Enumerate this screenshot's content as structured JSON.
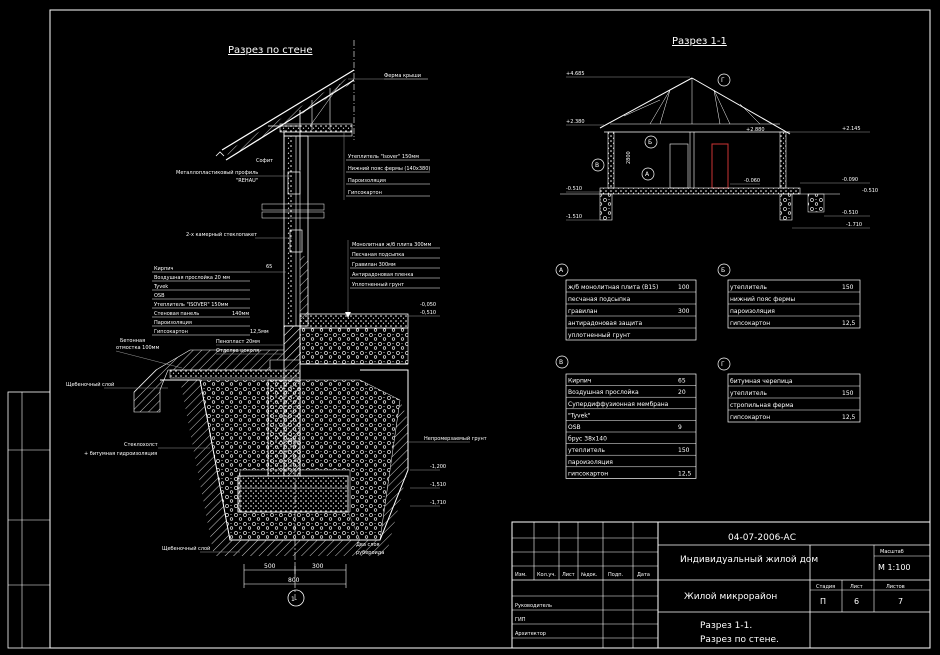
{
  "colors": {
    "background": "#000000",
    "lines": "#ffffff",
    "leader": "#9a9a9a",
    "door": "#cc3333"
  },
  "wall_section": {
    "title": "Разрез по стене",
    "labels": {
      "roof_truss": "Ферма крыши",
      "soffit": "Софит",
      "profile1": "Металлопластиковый профиль",
      "profile2": "\"REHAU\"",
      "glazing": "2-х камерный стеклопакет",
      "dim_65": "65",
      "dim_140": "140мм",
      "dim_12": "12,5мм",
      "concrete_blind1": "Бетонная",
      "concrete_blind2": "отмостка 100мм",
      "penoplast": "Пенопласт 20мм",
      "plinth": "Отделка цоколя",
      "gravel": "Щебеночный слой",
      "fiberglass1": "Стеклохолст",
      "fiberglass2": "+ битумная гидроизоляция",
      "gravel2": "Щебеночный слой",
      "two_layers1": "Два слоя",
      "two_layers2": "рубероида",
      "unfrozen": "Непромерзаемый грунт",
      "mark_300": "300",
      "marker": "1-",
      "dim_500": "500",
      "dim_300b": "300",
      "dim_800": "800",
      "lvl1": "-0,050",
      "lvl2": "-0,510",
      "lvl3": "-1,200",
      "lvl4": "-1,510",
      "lvl5": "-1,710"
    },
    "roof_layers": [
      "Утеплитель \"Isover\" 150мм",
      "Нижний пояс фермы (140х380)",
      "Пароизоляция",
      "Гипсокартон"
    ],
    "wall_layers": [
      "Кирпич",
      "Воздушная прослойка   20 мм",
      "Tyvek",
      "OSB",
      "Утеплитель \"ISOVER\" 150мм",
      "Стеновая панель",
      "Пароизоляция",
      "Гипсокартон"
    ],
    "floor_layers": [
      "Монолитная ж/б плита 300мм",
      "Песчаная подсыпка",
      "Гравилан 300мм",
      "Антирадоновая пленка",
      "Уплотненный грунт"
    ]
  },
  "section11": {
    "title": "Разрез 1-1",
    "marks": {
      "gamma": "Г",
      "b": "Б",
      "v": "В",
      "a": "А"
    },
    "levels": [
      "+4.685",
      "+2.380",
      "+2.880",
      "+2.145",
      "-0.510",
      "-1.510",
      "-0.060",
      "-0.090",
      "-0.510",
      "-0.510",
      "-1.710"
    ],
    "dim_2800": "2800"
  },
  "legends": {
    "A": {
      "mark": "А",
      "rows": [
        {
          "t": "ж/б монолитная плита (B15)",
          "v": "100"
        },
        {
          "t": "песчаная подсыпка",
          "v": ""
        },
        {
          "t": "гравилан",
          "v": "300"
        },
        {
          "t": "антирадоновая защита",
          "v": ""
        },
        {
          "t": "уплотненный грунт",
          "v": ""
        }
      ]
    },
    "B": {
      "mark": "Б",
      "rows": [
        {
          "t": "утеплитель",
          "v": "150"
        },
        {
          "t": "нижний пояс фермы",
          "v": ""
        },
        {
          "t": "пароизоляция",
          "v": ""
        },
        {
          "t": "гипсокартон",
          "v": "12,5"
        }
      ]
    },
    "V": {
      "mark": "В",
      "rows": [
        {
          "t": "Кирпич",
          "v": "65"
        },
        {
          "t": "Воздушная прослойка",
          "v": "20"
        },
        {
          "t": "Супердиффузионная мембрана",
          "v": ""
        },
        {
          "t": "\"Tyvek\"",
          "v": ""
        },
        {
          "t": "OSB",
          "v": "9"
        },
        {
          "t": "брус 38х140",
          "v": ""
        },
        {
          "t": "утеплитель",
          "v": "150"
        },
        {
          "t": "пароизоляция",
          "v": ""
        },
        {
          "t": "гипсокартон",
          "v": "12,5"
        }
      ]
    },
    "G": {
      "mark": "Г",
      "rows": [
        {
          "t": "битумная черепица",
          "v": ""
        },
        {
          "t": "утеплитель",
          "v": "150"
        },
        {
          "t": "стропильная ферма",
          "v": ""
        },
        {
          "t": "гипсокартон",
          "v": "12,5"
        }
      ]
    }
  },
  "title_block": {
    "code": "04-07-2006-АС",
    "project": "Индивидуальный жилой дом",
    "area": "Жилой микрорайон",
    "sheet_title1": "Разрез 1-1.",
    "sheet_title2": "Разрез по стене.",
    "scale_label": "Масштаб",
    "scale": "М 1:100",
    "stage_label": "Стадия",
    "sheet_label": "Лист",
    "sheets_label": "Листов",
    "stage": "П",
    "sheet": "6",
    "sheets": "7",
    "cols": [
      "Изм.",
      "Кол.уч.",
      "Лист",
      "№док.",
      "Подп.",
      "Дата"
    ],
    "roles": [
      "Руководитель",
      "ГИП",
      "Архитектор"
    ]
  }
}
